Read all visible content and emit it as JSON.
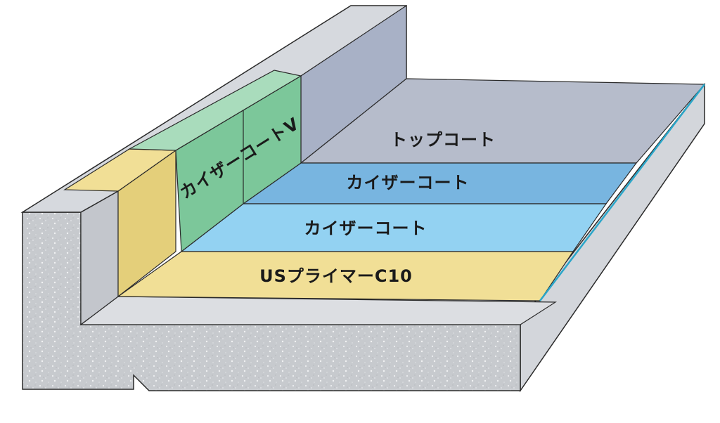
{
  "layers": {
    "top_coat": "トップコート",
    "kaiser_coat_upper": "カイザーコート",
    "kaiser_coat_lower": "カイザーコート",
    "primer": "USプライマーC10",
    "wall_coat": "カイザーコートV"
  },
  "colors": {
    "concrete_face": "#c4c7cc",
    "concrete_speckle": "#e9eaec",
    "concrete_top": "#dcdee2",
    "concrete_dark": "#adb0b6",
    "top_coat": "#b6bccb",
    "top_coat_wall": "#a8b1c6",
    "kaiser_upper": "#78b5e0",
    "kaiser_lower": "#93d2f2",
    "primer": "#f1df96",
    "primer_dark": "#e4cf7a",
    "wall_green": "#7cc79a",
    "wall_green_light": "#a9dcbc",
    "outline": "#2a2a2a",
    "edge_cyan": "#2aa6c9"
  }
}
